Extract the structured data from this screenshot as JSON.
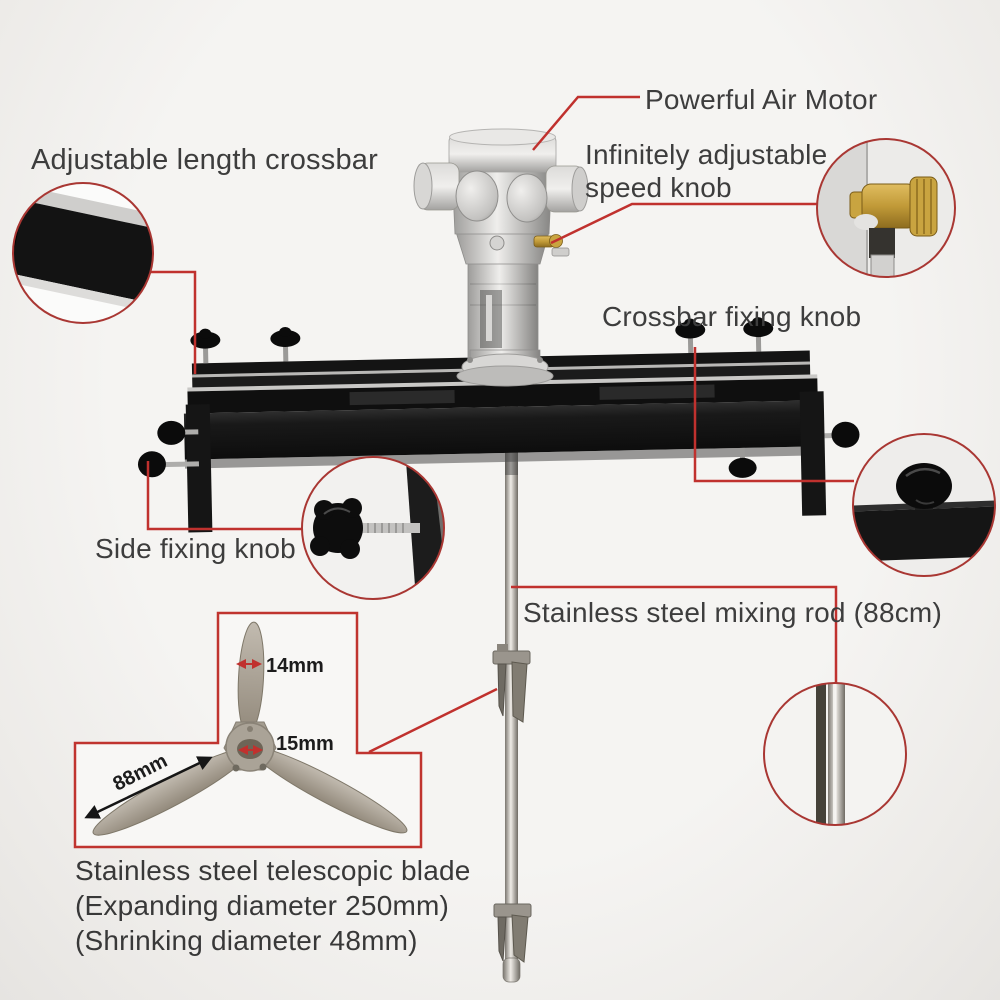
{
  "labels": {
    "adjustable_crossbar": "Adjustable length crossbar",
    "powerful_air_motor": "Powerful Air Motor",
    "infinitely_line1": "Infinitely adjustable",
    "infinitely_line2": "speed knob",
    "crossbar_fixing_knob": "Crossbar fixing knob",
    "side_fixing_knob": "Side fixing knob",
    "mixing_rod": "Stainless steel mixing rod (88cm)",
    "caption_line1": "Stainless steel telescopic blade",
    "caption_line2": "(Expanding diameter 250mm)",
    "caption_line3": "(Shrinking diameter 48mm)"
  },
  "dimensions": {
    "blade_width": "14mm",
    "hub_diameter": "15mm",
    "blade_length": "88mm"
  },
  "colors": {
    "leader_red": "#c0312e",
    "inset_border": "#a93733",
    "box_border": "#c0342f",
    "text": "#3d3d3d",
    "bar_black": "#141414",
    "metal_light": "#e8e6e2",
    "brass": "#c9a440"
  }
}
